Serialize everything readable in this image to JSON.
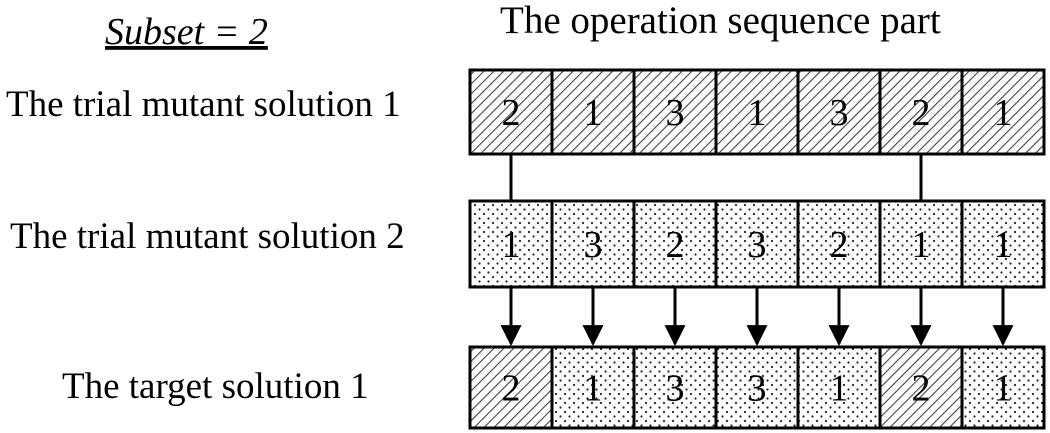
{
  "subset_label": "Subset = 2",
  "section_title": "The operation sequence part",
  "rows": [
    {
      "label": "The trial mutant solution 1",
      "cells": [
        "2",
        "1",
        "3",
        "1",
        "3",
        "2",
        "1"
      ],
      "fills": [
        "hatch",
        "hatch",
        "hatch",
        "hatch",
        "hatch",
        "hatch",
        "hatch"
      ]
    },
    {
      "label": "The trial mutant solution 2",
      "cells": [
        "1",
        "3",
        "2",
        "3",
        "2",
        "1",
        "1"
      ],
      "fills": [
        "dots",
        "dots",
        "dots",
        "dots",
        "dots",
        "dots",
        "dots"
      ]
    },
    {
      "label": "The target solution 1",
      "cells": [
        "2",
        "1",
        "3",
        "3",
        "1",
        "2",
        "1"
      ],
      "fills": [
        "hatch",
        "dots",
        "dots",
        "dots",
        "dots",
        "hatch",
        "dots"
      ]
    }
  ],
  "selected_from_solution_1": [
    0,
    5
  ],
  "arrows_solution2_to_target": [
    [
      0,
      0
    ],
    [
      1,
      1
    ],
    [
      2,
      2
    ],
    [
      3,
      3
    ],
    [
      4,
      4
    ],
    [
      5,
      5
    ],
    [
      6,
      6
    ]
  ],
  "colors": {
    "line": "#000000",
    "background": "#ffffff"
  }
}
